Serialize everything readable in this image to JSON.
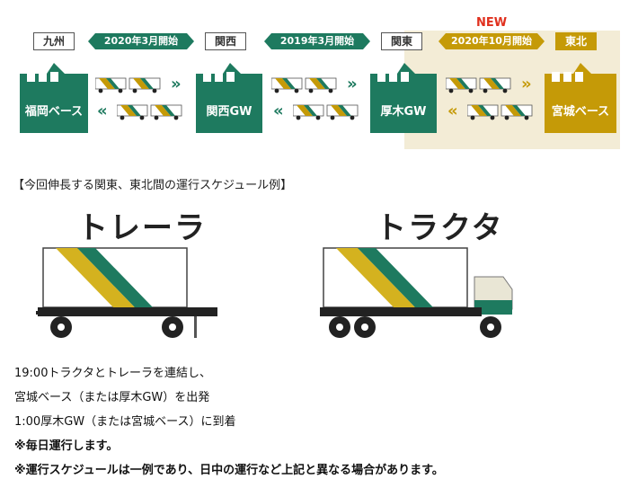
{
  "diagram": {
    "regions": [
      "九州",
      "関西",
      "関東",
      "東北"
    ],
    "routes": [
      "2020年3月開始",
      "2019年3月開始",
      "2020年10月開始"
    ],
    "new_label": "NEW",
    "bases": [
      "福岡ベース",
      "関西GW",
      "厚木GW",
      "宮城ベース"
    ],
    "colors": {
      "green": "#1e7a5f",
      "gold": "#c59a07",
      "highlight": "#f3ecd6",
      "new": "#e0301e"
    }
  },
  "schedule": {
    "heading": "【今回伸長する関東、東北間の運行スケジュール例】",
    "trailer_label": "トレーラ",
    "tractor_label": "トラクタ"
  },
  "notes": [
    "19:00トラクタとトレーラを連結し、",
    "宮城ベース（または厚木GW）を出発",
    "1:00厚木GW（または宮城ベース）に到着",
    "※毎日運行します。",
    "※運行スケジュールは一例であり、日中の運行など上記と異なる場合があります。"
  ]
}
